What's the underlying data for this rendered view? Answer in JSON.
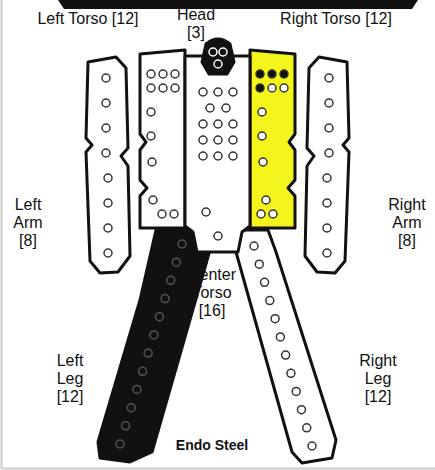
{
  "diagram": {
    "labels": [
      "Head [3]",
      "Left Torso [12]",
      "Right Torso [12]",
      "Left Arm [8]",
      "Right Arm [8]",
      "Center Torso [16]",
      "Left Leg [12]",
      "Right Leg [12]",
      "Endo Steel"
    ]
  }
}
